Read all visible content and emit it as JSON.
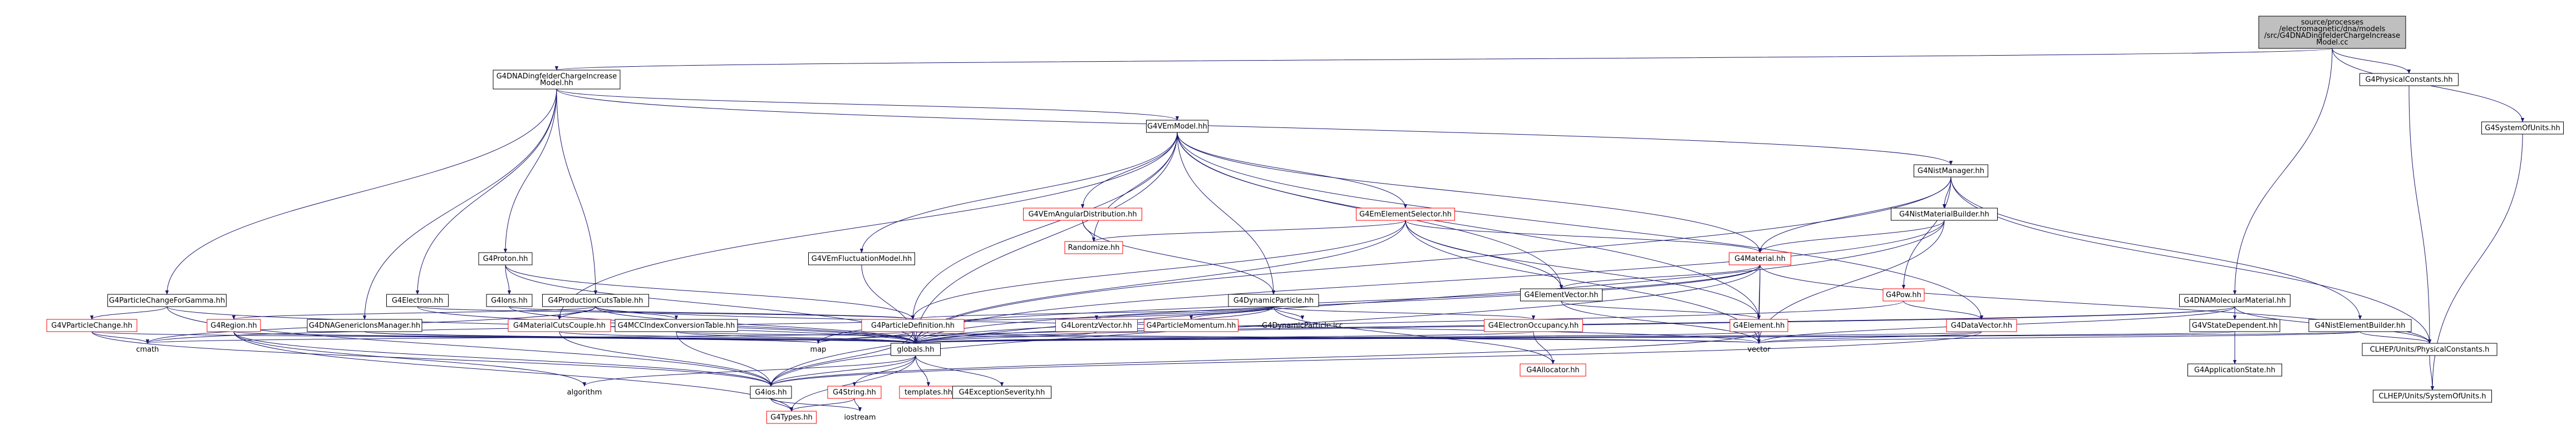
{
  "colors": {
    "edge": "#191970",
    "root_fill": "#bfbfbf",
    "red_border": "#ff0000"
  },
  "nodes": [
    {
      "id": "root",
      "kind": "root",
      "lines": [
        "source/processes",
        "/electromagnetic/dna/models",
        "/src/G4DNADingfelderChargeIncrease",
        "Model.cc"
      ]
    },
    {
      "id": "dingfelderModel",
      "kind": "box",
      "lines": [
        "G4DNADingfelderChargeIncrease",
        "Model.hh"
      ]
    },
    {
      "id": "physConst",
      "kind": "box",
      "lines": [
        "G4PhysicalConstants.hh"
      ]
    },
    {
      "id": "sysUnits",
      "kind": "box",
      "lines": [
        "G4SystemOfUnits.hh"
      ]
    },
    {
      "id": "vEmModel",
      "kind": "box",
      "lines": [
        "G4VEmModel.hh"
      ]
    },
    {
      "id": "nistManager",
      "kind": "box",
      "lines": [
        "G4NistManager.hh"
      ]
    },
    {
      "id": "emAngular",
      "kind": "red",
      "lines": [
        "G4VEmAngularDistribution.hh"
      ]
    },
    {
      "id": "emElementSel",
      "kind": "red",
      "lines": [
        "G4EmElementSelector.hh"
      ]
    },
    {
      "id": "nistMatBuilder",
      "kind": "box",
      "lines": [
        "G4NistMaterialBuilder.hh"
      ]
    },
    {
      "id": "randomize",
      "kind": "red",
      "lines": [
        "Randomize.hh"
      ]
    },
    {
      "id": "emFluct",
      "kind": "box",
      "lines": [
        "G4VEmFluctuationModel.hh"
      ]
    },
    {
      "id": "material",
      "kind": "red",
      "lines": [
        "G4Material.hh"
      ]
    },
    {
      "id": "proton",
      "kind": "box",
      "lines": [
        "G4Proton.hh"
      ]
    },
    {
      "id": "pow",
      "kind": "red",
      "lines": [
        "G4Pow.hh"
      ]
    },
    {
      "id": "elementVector",
      "kind": "box",
      "lines": [
        "G4ElementVector.hh"
      ]
    },
    {
      "id": "dnaMolMat",
      "kind": "box",
      "lines": [
        "G4DNAMolecularMaterial.hh"
      ]
    },
    {
      "id": "pcForGamma",
      "kind": "box",
      "lines": [
        "G4ParticleChangeForGamma.hh"
      ]
    },
    {
      "id": "electron",
      "kind": "box",
      "lines": [
        "G4Electron.hh"
      ]
    },
    {
      "id": "ions",
      "kind": "box",
      "lines": [
        "G4Ions.hh"
      ]
    },
    {
      "id": "prodCutsTable",
      "kind": "box",
      "lines": [
        "G4ProductionCutsTable.hh"
      ]
    },
    {
      "id": "dynParticle",
      "kind": "box",
      "lines": [
        "G4DynamicParticle.hh"
      ]
    },
    {
      "id": "vParticleChange",
      "kind": "red",
      "lines": [
        "G4VParticleChange.hh"
      ]
    },
    {
      "id": "region",
      "kind": "red",
      "lines": [
        "G4Region.hh"
      ]
    },
    {
      "id": "dnaGenIonsMgr",
      "kind": "box",
      "lines": [
        "G4DNAGenericIonsManager.hh"
      ]
    },
    {
      "id": "matCutsCouple",
      "kind": "red",
      "lines": [
        "G4MaterialCutsCouple.hh"
      ]
    },
    {
      "id": "mccIndexConv",
      "kind": "box",
      "lines": [
        "G4MCCIndexConversionTable.hh"
      ]
    },
    {
      "id": "particleDef",
      "kind": "red",
      "lines": [
        "G4ParticleDefinition.hh"
      ]
    },
    {
      "id": "lorentzVector",
      "kind": "red",
      "lines": [
        "G4LorentzVector.hh"
      ]
    },
    {
      "id": "particleMomentum",
      "kind": "red",
      "lines": [
        "G4ParticleMomentum.hh"
      ]
    },
    {
      "id": "dynParticleIcc",
      "kind": "plain",
      "lines": [
        "G4DynamicParticle.icc"
      ]
    },
    {
      "id": "electronOcc",
      "kind": "red",
      "lines": [
        "G4ElectronOccupancy.hh"
      ]
    },
    {
      "id": "element",
      "kind": "red",
      "lines": [
        "G4Element.hh"
      ]
    },
    {
      "id": "dataVector",
      "kind": "red",
      "lines": [
        "G4DataVector.hh"
      ]
    },
    {
      "id": "vStateDep",
      "kind": "box",
      "lines": [
        "G4VStateDependent.hh"
      ]
    },
    {
      "id": "nistElemBuilder",
      "kind": "box",
      "lines": [
        "G4NistElementBuilder.hh"
      ]
    },
    {
      "id": "cmath",
      "kind": "plain",
      "lines": [
        "cmath"
      ]
    },
    {
      "id": "map",
      "kind": "plain",
      "lines": [
        "map"
      ]
    },
    {
      "id": "globals",
      "kind": "box",
      "lines": [
        "globals.hh"
      ]
    },
    {
      "id": "vector",
      "kind": "plain",
      "lines": [
        "vector"
      ]
    },
    {
      "id": "allocator",
      "kind": "red",
      "lines": [
        "G4Allocator.hh"
      ]
    },
    {
      "id": "appState",
      "kind": "box",
      "lines": [
        "G4ApplicationState.hh"
      ]
    },
    {
      "id": "clhepPhys",
      "kind": "box",
      "lines": [
        "CLHEP/Units/PhysicalConstants.h"
      ]
    },
    {
      "id": "algorithm",
      "kind": "plain",
      "lines": [
        "algorithm"
      ]
    },
    {
      "id": "g4ios",
      "kind": "box",
      "lines": [
        "G4ios.hh"
      ]
    },
    {
      "id": "g4string",
      "kind": "red",
      "lines": [
        "G4String.hh"
      ]
    },
    {
      "id": "templates",
      "kind": "red",
      "lines": [
        "templates.hh"
      ]
    },
    {
      "id": "exceptionSev",
      "kind": "box",
      "lines": [
        "G4ExceptionSeverity.hh"
      ]
    },
    {
      "id": "clhepUnits",
      "kind": "box",
      "lines": [
        "CLHEP/Units/SystemOfUnits.h"
      ]
    },
    {
      "id": "iostream",
      "kind": "plain",
      "lines": [
        "iostream"
      ]
    },
    {
      "id": "g4types",
      "kind": "red",
      "lines": [
        "G4Types.hh"
      ]
    }
  ],
  "edges": [
    [
      "root",
      "dingfelderModel"
    ],
    [
      "root",
      "physConst"
    ],
    [
      "root",
      "sysUnits"
    ],
    [
      "root",
      "dnaMolMat"
    ],
    [
      "physConst",
      "clhepPhys"
    ],
    [
      "sysUnits",
      "clhepUnits"
    ],
    [
      "dingfelderModel",
      "vEmModel"
    ],
    [
      "dingfelderModel",
      "proton"
    ],
    [
      "dingfelderModel",
      "electron"
    ],
    [
      "dingfelderModel",
      "pcForGamma"
    ],
    [
      "dingfelderModel",
      "prodCutsTable"
    ],
    [
      "dingfelderModel",
      "dnaGenIonsMgr"
    ],
    [
      "dingfelderModel",
      "nistManager"
    ],
    [
      "vEmModel",
      "emAngular"
    ],
    [
      "vEmModel",
      "emElementSel"
    ],
    [
      "vEmModel",
      "randomize"
    ],
    [
      "vEmModel",
      "emFluct"
    ],
    [
      "vEmModel",
      "material"
    ],
    [
      "vEmModel",
      "elementVector"
    ],
    [
      "vEmModel",
      "dynParticle"
    ],
    [
      "vEmModel",
      "particleDef"
    ],
    [
      "vEmModel",
      "matCutsCouple"
    ],
    [
      "vEmModel",
      "globals"
    ],
    [
      "vEmModel",
      "element"
    ],
    [
      "vEmModel",
      "dataVector"
    ],
    [
      "emAngular",
      "randomize"
    ],
    [
      "emAngular",
      "dynParticle"
    ],
    [
      "emElementSel",
      "randomize"
    ],
    [
      "emElementSel",
      "material"
    ],
    [
      "emElementSel",
      "elementVector"
    ],
    [
      "emElementSel",
      "element"
    ],
    [
      "emElementSel",
      "particleDef"
    ],
    [
      "emElementSel",
      "globals"
    ],
    [
      "emElementSel",
      "vector"
    ],
    [
      "emFluct",
      "globals"
    ],
    [
      "nistManager",
      "material"
    ],
    [
      "nistManager",
      "nistMatBuilder"
    ],
    [
      "nistManager",
      "pow"
    ],
    [
      "nistManager",
      "nistElemBuilder"
    ],
    [
      "nistManager",
      "globals"
    ],
    [
      "nistManager",
      "clhepPhys"
    ],
    [
      "nistMatBuilder",
      "material"
    ],
    [
      "nistMatBuilder",
      "globals"
    ],
    [
      "nistMatBuilder",
      "vector"
    ],
    [
      "nistMatBuilder",
      "g4ios"
    ],
    [
      "material",
      "elementVector"
    ],
    [
      "material",
      "element"
    ],
    [
      "material",
      "vector"
    ],
    [
      "material",
      "map"
    ],
    [
      "material",
      "globals"
    ],
    [
      "material",
      "clhepPhys"
    ],
    [
      "material",
      "g4ios"
    ],
    [
      "elementVector",
      "element"
    ],
    [
      "elementVector",
      "vector"
    ],
    [
      "pow",
      "globals"
    ],
    [
      "pow",
      "dataVector"
    ],
    [
      "dataVector",
      "vector"
    ],
    [
      "dataVector",
      "globals"
    ],
    [
      "dataVector",
      "g4ios"
    ],
    [
      "element",
      "globals"
    ],
    [
      "element",
      "vector"
    ],
    [
      "element",
      "g4ios"
    ],
    [
      "proton",
      "particleDef"
    ],
    [
      "proton",
      "ions"
    ],
    [
      "proton",
      "globals"
    ],
    [
      "ions",
      "particleDef"
    ],
    [
      "ions",
      "globals"
    ],
    [
      "electron",
      "particleDef"
    ],
    [
      "electron",
      "globals"
    ],
    [
      "pcForGamma",
      "vParticleChange"
    ],
    [
      "pcForGamma",
      "globals"
    ],
    [
      "pcForGamma",
      "g4ios"
    ],
    [
      "vParticleChange",
      "globals"
    ],
    [
      "vParticleChange",
      "g4ios"
    ],
    [
      "vParticleChange",
      "cmath"
    ],
    [
      "prodCutsTable",
      "matCutsCouple"
    ],
    [
      "prodCutsTable",
      "mccIndexConv"
    ],
    [
      "prodCutsTable",
      "region"
    ],
    [
      "prodCutsTable",
      "globals"
    ],
    [
      "prodCutsTable",
      "vector"
    ],
    [
      "prodCutsTable",
      "cmath"
    ],
    [
      "dnaGenIonsMgr",
      "globals"
    ],
    [
      "dnaGenIonsMgr",
      "map"
    ],
    [
      "region",
      "globals"
    ],
    [
      "region",
      "map"
    ],
    [
      "region",
      "algorithm"
    ],
    [
      "region",
      "g4types"
    ],
    [
      "region",
      "g4ios"
    ],
    [
      "matCutsCouple",
      "globals"
    ],
    [
      "matCutsCouple",
      "g4ios"
    ],
    [
      "mccIndexConv",
      "globals"
    ],
    [
      "mccIndexConv",
      "g4ios"
    ],
    [
      "mccIndexConv",
      "vector"
    ],
    [
      "dynParticle",
      "particleDef"
    ],
    [
      "dynParticle",
      "lorentzVector"
    ],
    [
      "dynParticle",
      "particleMomentum"
    ],
    [
      "dynParticle",
      "dynParticleIcc"
    ],
    [
      "dynParticle",
      "electronOcc"
    ],
    [
      "dynParticle",
      "allocator"
    ],
    [
      "dynParticle",
      "globals"
    ],
    [
      "dynParticle",
      "cmath"
    ],
    [
      "particleDef",
      "globals"
    ],
    [
      "particleDef",
      "g4ios"
    ],
    [
      "particleDef",
      "vector"
    ],
    [
      "particleDef",
      "map"
    ],
    [
      "particleDef",
      "cmath"
    ],
    [
      "electronOcc",
      "globals"
    ],
    [
      "electronOcc",
      "allocator"
    ],
    [
      "lorentzVector",
      "globals"
    ],
    [
      "globals",
      "g4ios"
    ],
    [
      "globals",
      "g4string"
    ],
    [
      "globals",
      "templates"
    ],
    [
      "globals",
      "exceptionSev"
    ],
    [
      "globals",
      "algorithm"
    ],
    [
      "globals",
      "g4types"
    ],
    [
      "g4ios",
      "g4types"
    ],
    [
      "g4ios",
      "iostream"
    ],
    [
      "g4string",
      "g4types"
    ],
    [
      "g4string",
      "iostream"
    ],
    [
      "dnaMolMat",
      "vStateDep"
    ],
    [
      "dnaMolMat",
      "globals"
    ],
    [
      "dnaMolMat",
      "map"
    ],
    [
      "dnaMolMat",
      "vector"
    ],
    [
      "dnaMolMat",
      "clhepPhys"
    ],
    [
      "vStateDep",
      "appState"
    ],
    [
      "vStateDep",
      "globals"
    ],
    [
      "nistElemBuilder",
      "globals"
    ],
    [
      "nistElemBuilder",
      "vector"
    ],
    [
      "nistElemBuilder",
      "clhepPhys"
    ],
    [
      "clhepPhys",
      "clhepUnits"
    ]
  ]
}
